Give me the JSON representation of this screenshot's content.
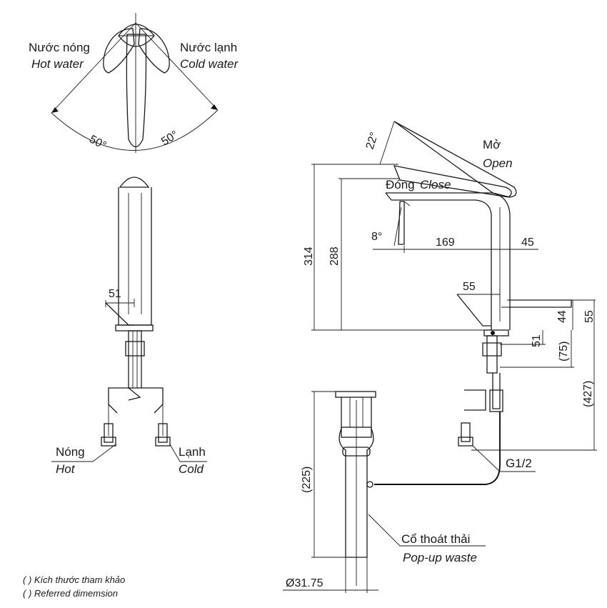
{
  "labels": {
    "hot_water_vi": "Nước nóng",
    "hot_water_en": "Hot water",
    "cold_water_vi": "Nước lạnh",
    "cold_water_en": "Cold water",
    "hot_vi": "Nóng",
    "hot_en": "Hot",
    "cold_vi": "Lạnh",
    "cold_en": "Cold",
    "open_vi": "Mở",
    "open_en": "Open",
    "close_vi": "Đóng",
    "close_en": "Close",
    "popup_vi": "Cổ thoát thải",
    "popup_en": "Pop-up waste",
    "thread": "G1/2"
  },
  "angles": {
    "hot_rotation": "50°",
    "cold_rotation": "50°",
    "lever_open": "22°",
    "spout_tilt": "8°"
  },
  "dimensions": {
    "side_base_width": "51",
    "total_height": "314",
    "spout_height": "288",
    "spout_reach": "169",
    "body_width": "45",
    "base_width": "55",
    "base_height": "55",
    "under_44": "44",
    "under_51": "51",
    "under_75": "(75)",
    "hose_length": "(427)",
    "waste_length": "(225)",
    "waste_diameter": "Ø31.75"
  },
  "notes": {
    "reference_vi": "( ) Kích thước tham khảo",
    "reference_en": "( ) Referred dimemsion"
  }
}
